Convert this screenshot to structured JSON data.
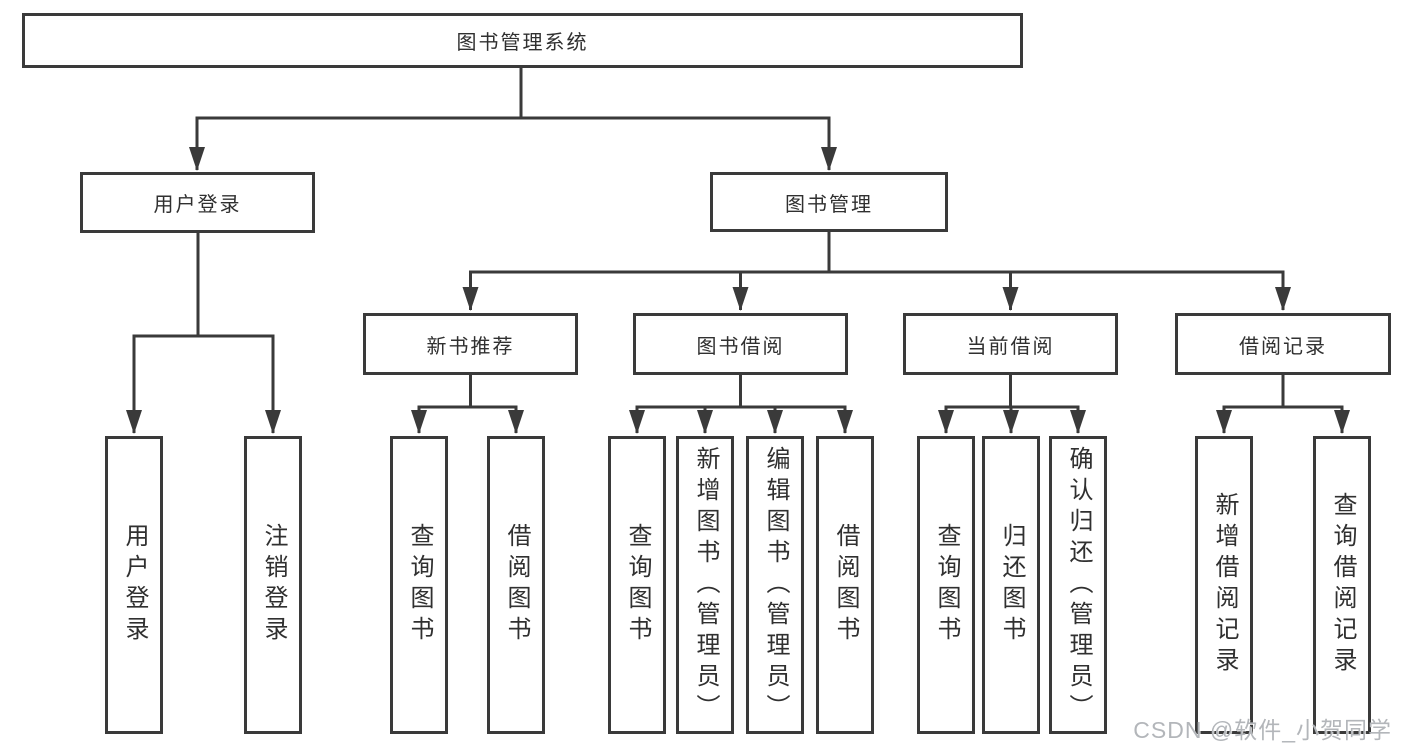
{
  "colors": {
    "line": "#3a3a3a",
    "box_border": "#3a3a3a",
    "text": "#303030",
    "background": "#ffffff",
    "watermark": "#b3b6ba"
  },
  "watermark": {
    "text": "CSDN @软件_小贺同学"
  },
  "tree": {
    "root": {
      "label": "图书管理系统"
    },
    "branches": [
      {
        "label": "用户登录",
        "children": [
          {
            "label": "用户登录"
          },
          {
            "label": "注销登录"
          }
        ]
      },
      {
        "label": "图书管理",
        "children": [
          {
            "label": "新书推荐",
            "children": [
              {
                "label": "查询图书"
              },
              {
                "label": "借阅图书"
              }
            ]
          },
          {
            "label": "图书借阅",
            "children": [
              {
                "label": "查询图书"
              },
              {
                "label": "新增图书（管理员）"
              },
              {
                "label": "编辑图书（管理员）"
              },
              {
                "label": "借阅图书"
              }
            ]
          },
          {
            "label": "当前借阅",
            "children": [
              {
                "label": "查询图书"
              },
              {
                "label": "归还图书"
              },
              {
                "label": "确认归还（管理员）"
              }
            ]
          },
          {
            "label": "借阅记录",
            "children": [
              {
                "label": "新增借阅记录"
              },
              {
                "label": "查询借阅记录"
              }
            ]
          }
        ]
      }
    ]
  }
}
